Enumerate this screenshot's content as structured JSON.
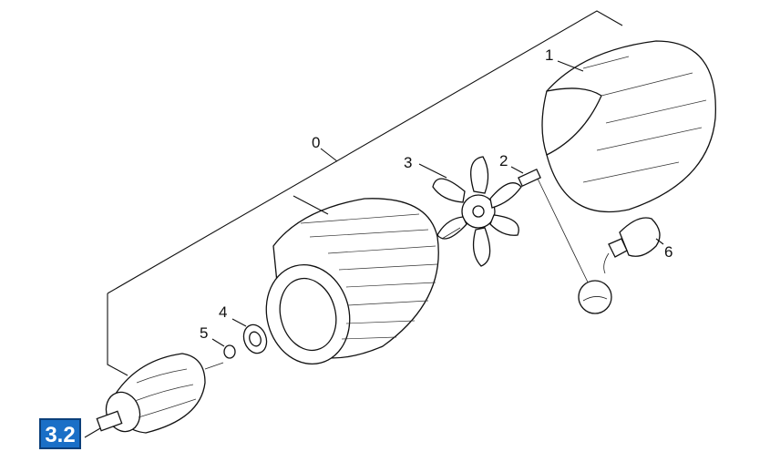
{
  "badge": "3.2",
  "callouts": [
    "0",
    "1",
    "2",
    "3",
    "4",
    "5",
    "6"
  ],
  "colors": {
    "badge": "#1a6fc7",
    "lines": "#111111"
  }
}
